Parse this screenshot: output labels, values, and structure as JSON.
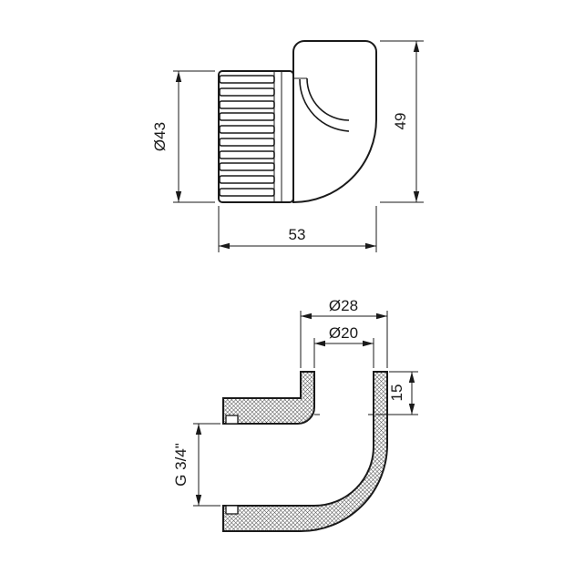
{
  "colors": {
    "line": "#1a1a1a",
    "background": "#ffffff",
    "hatch": "#555555"
  },
  "views": {
    "top": {
      "dimensions": {
        "socket_diameter": "Ø43",
        "height": "49",
        "length": "53"
      }
    },
    "bottom": {
      "dimensions": {
        "outlet_outer_diameter": "Ø28",
        "outlet_bore_diameter": "Ø20",
        "socket_depth": "15",
        "thread_size": "G 3/4\""
      }
    }
  }
}
